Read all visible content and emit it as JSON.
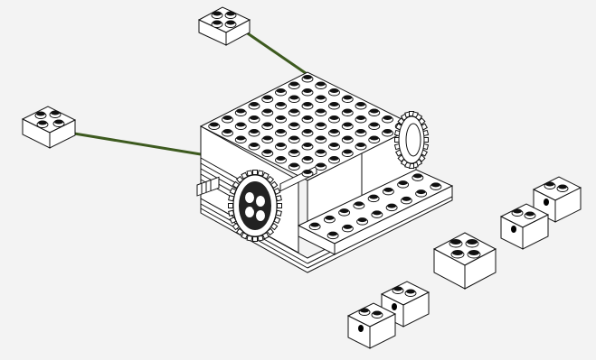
{
  "scene": {
    "background": "#f3f3f3",
    "axle_color": "#3d5a1f",
    "line_color": "#111111",
    "parts": [
      {
        "id": "brick-2x2-top",
        "icon": "lego-brick-2x2"
      },
      {
        "id": "brick-2x2-left",
        "icon": "lego-brick-2x2"
      },
      {
        "id": "main-assembly",
        "icon": "lego-gearbox-assembly"
      },
      {
        "id": "brick-1x2-hole-a",
        "icon": "lego-technic-brick-hole"
      },
      {
        "id": "brick-1x2-hole-b",
        "icon": "lego-technic-brick-hole"
      },
      {
        "id": "brick-2x2-mid",
        "icon": "lego-brick-2x2"
      },
      {
        "id": "brick-1x2-hole-c",
        "icon": "lego-technic-brick-hole"
      },
      {
        "id": "brick-1x2-hole-d",
        "icon": "lego-technic-brick-hole"
      }
    ]
  }
}
